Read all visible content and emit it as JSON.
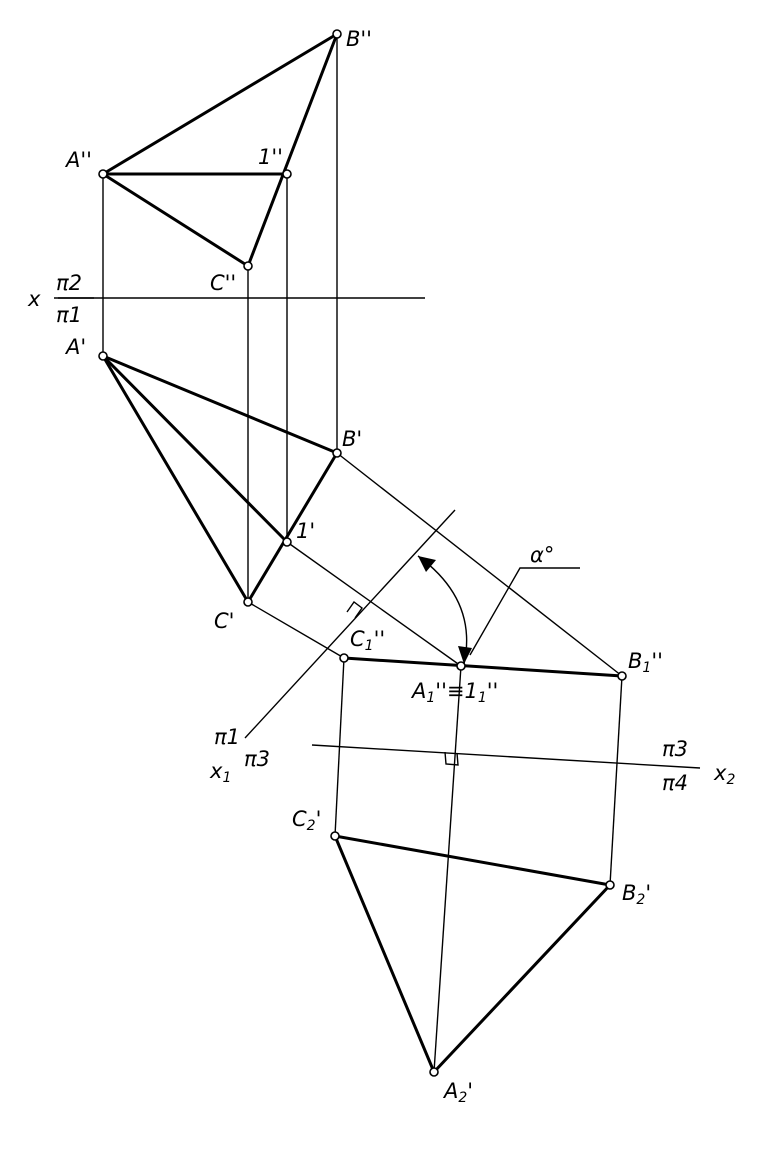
{
  "points": {
    "A_pp": "A''",
    "B_pp": "B''",
    "one_pp": "1''",
    "C_pp": "C''",
    "A_p": "A'",
    "B_p": "B'",
    "one_p": "1'",
    "C_p": "C'",
    "C1_pp": {
      "base": "C",
      "sub": "1",
      "mark": "''"
    },
    "B1_pp": {
      "base": "B",
      "sub": "1",
      "mark": "''"
    },
    "A1_coincident": {
      "base": "A",
      "sub": "1",
      "mark": "''",
      "eq": "≡",
      "base2": "1",
      "sub2": "1",
      "mark2": "''"
    },
    "C2_p": {
      "base": "C",
      "sub": "2",
      "mark": "'"
    },
    "B2_p": {
      "base": "B",
      "sub": "2",
      "mark": "'"
    },
    "A2_p": {
      "base": "A",
      "sub": "2",
      "mark": "'"
    }
  },
  "axes": {
    "x": {
      "name": "x",
      "upper": "π2",
      "lower": "π1"
    },
    "x1": {
      "name": "x",
      "name_sub": "1",
      "upper": "π1",
      "lower": "π3"
    },
    "x2": {
      "name": "x",
      "name_sub": "2",
      "upper": "π3",
      "lower": "π4"
    }
  },
  "angle_label": "α°"
}
